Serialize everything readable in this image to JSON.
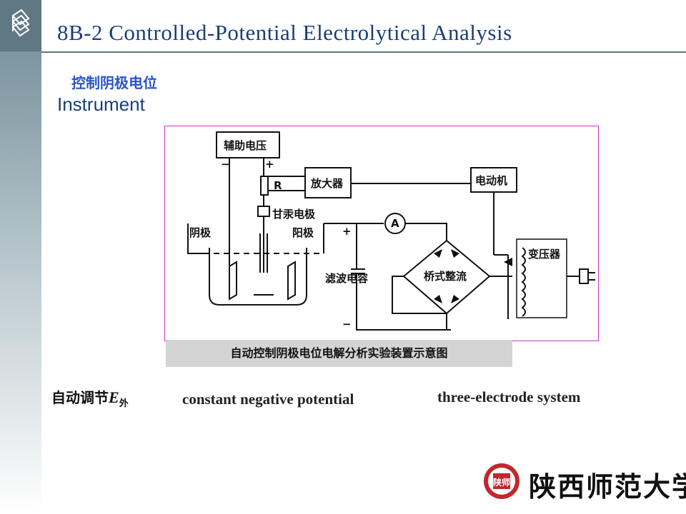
{
  "slide": {
    "title": "8B-2 Controlled-Potential  Electrolytical Analysis",
    "subtitle_cn": "控制阴极电位",
    "section": "Instrument"
  },
  "diagram": {
    "labels": {
      "aux_voltage": "辅助电压",
      "resistor": "R",
      "amplifier": "放大器",
      "motor": "电动机",
      "calomel": "甘汞电极",
      "cathode": "阴极",
      "anode": "阳极",
      "ammeter": "A",
      "bridge": "桥式整流",
      "filter_cap": "滤波电容",
      "transformer": "变压器",
      "plus": "+",
      "minus": "−"
    },
    "caption": "自动控制阴极电位电解分析实验装置示意图"
  },
  "footer_terms": {
    "auto_adjust": "自动调节",
    "e_symbol": "E",
    "e_sub": "外",
    "negative_potential": "constant negative potential",
    "three_electrode": "three-electrode system"
  },
  "university": {
    "name": "陕西师范大学",
    "seal": "陕师",
    "brand_color": "#c0282d"
  },
  "colors": {
    "sidebar": "#6f8a95",
    "title": "#1a3e7a",
    "subtitle_cn": "#2a55c8",
    "diagram_border": "#cc33cc"
  }
}
